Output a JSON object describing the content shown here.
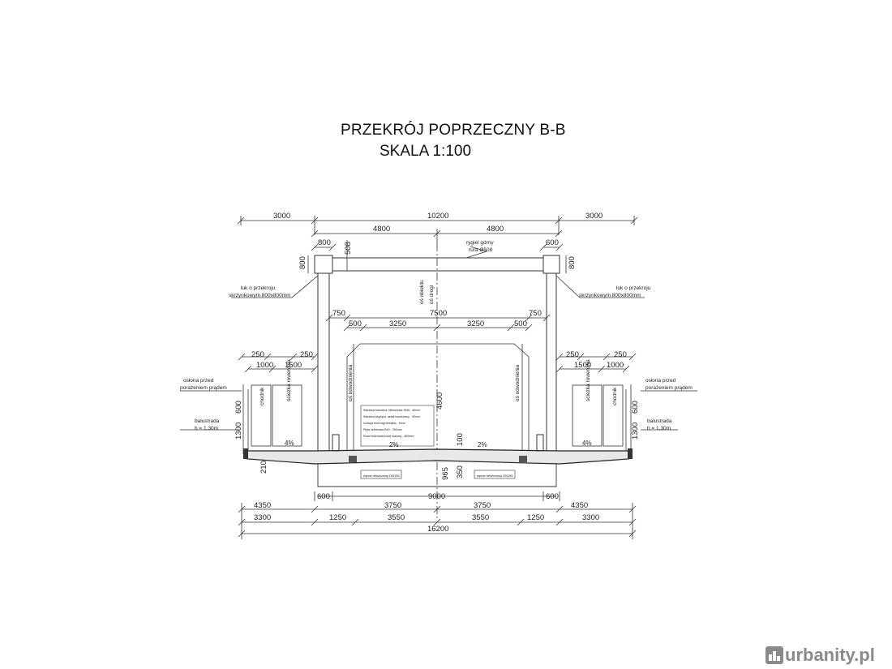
{
  "title": {
    "line1": "PRZEKRÓJ POPRZECZNY B-B",
    "line2": "SKALA 1:100"
  },
  "dimensions": {
    "top": [
      "3000",
      "10200",
      "3000"
    ],
    "top_sub": [
      "4800",
      "4800"
    ],
    "post_width_left": "800",
    "post_width_right": "600",
    "beam_height_left": "800",
    "beam_height_right": "800",
    "beam_depth": "508",
    "inner_top": [
      "750",
      "7500",
      "750"
    ],
    "inner_sub": [
      "500",
      "3250",
      "3250",
      "500"
    ],
    "side_left_a": [
      "250",
      "250"
    ],
    "side_left_b": [
      "1000",
      "1500"
    ],
    "side_right_a": [
      "250",
      "250"
    ],
    "side_right_b": [
      "1500",
      "1000"
    ],
    "clearance": "4600",
    "rail_height_left": [
      "600",
      "1300"
    ],
    "rail_height_right": [
      "600",
      "1300"
    ],
    "slab_left": "210",
    "deck_center": "100",
    "deck_lower": [
      "965",
      "350"
    ],
    "bottom_post": [
      "600",
      "9000",
      "600"
    ],
    "bottom_1": [
      "4350",
      "3750",
      "3750",
      "4350"
    ],
    "bottom_2": [
      "3300",
      "1250",
      "3550",
      "3550",
      "1250",
      "3300"
    ],
    "bottom_total": "16200"
  },
  "labels": {
    "beam_note_1": "rygiel górny",
    "beam_note_2": "rura Ø508",
    "arch_left_1": "łuk o przekroju",
    "arch_left_2": "skrzynkowym 800x800mm",
    "arch_right_1": "łuk o przekroju",
    "arch_right_2": "skrzynkowym 800x800mm",
    "axis_object": "oś obiektu",
    "axis_road": "oś drogi",
    "sign_left": "oś odwodnienia",
    "sign_right": "oś odwodnienia",
    "shield_left_1": "osłona przed",
    "shield_left_2": "porażeniem prądem",
    "shield_right_1": "osłona przed",
    "shield_right_2": "porażeniem prądem",
    "rail_left_1": "balustrada",
    "rail_left_2": "h = 1,30m",
    "rail_right_1": "balustrada",
    "rail_right_2": "h = 1,30m",
    "sidewalk_left": "chodnik",
    "bike_left": "ścieżka rowerowa",
    "sidewalk_right": "chodnik",
    "bike_right": "ścieżka rowerowa",
    "slope_side_left": "4%",
    "slope_road_left": "2%",
    "slope_road_right": "2%",
    "slope_side_right": "4%",
    "drain_left": "wpust deszczowy DN150",
    "drain_right": "wpust deszczowy DN150",
    "layers": [
      "Warstwa ścieralna, Mieszanka SMA - 40mm",
      "Warstwa wiążąca, asfalt twardolany - 50mm",
      "Izolacja termozgrzewalna - 5mm",
      "Płyta żelbetowa B40 - 250mm",
      "Ruszt blachownicowy stalowy - 800mm"
    ]
  },
  "watermark": "urbanity.pl"
}
